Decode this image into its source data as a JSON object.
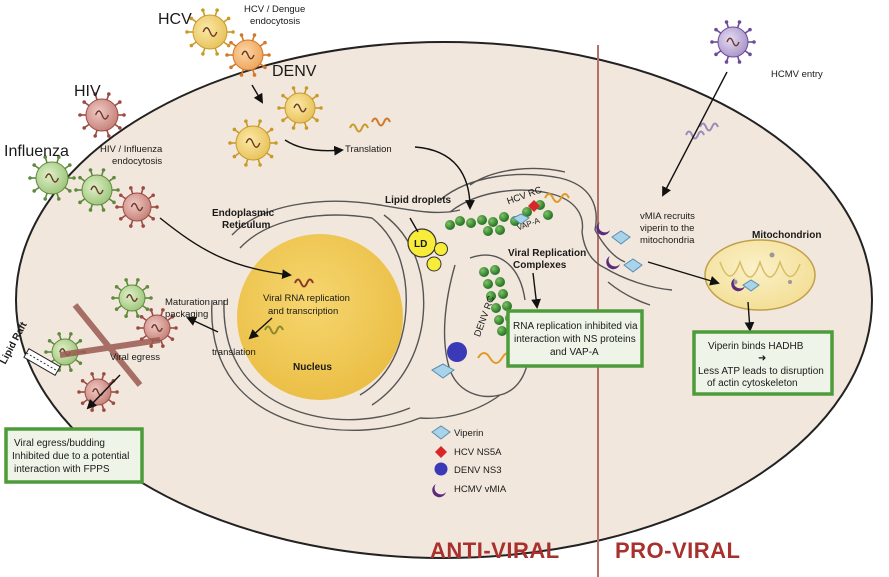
{
  "viruses": {
    "hcv": "HCV",
    "denv": "DENV",
    "hiv": "HIV",
    "influenza": "Influenza"
  },
  "entry": {
    "hcv_dengue_line1": "HCV / Dengue",
    "hcv_dengue_line2": "endocytosis",
    "hiv_flu_line1": "HIV / Influenza",
    "hiv_flu_line2": "endocytosis",
    "hcmv_entry": "HCMV entry"
  },
  "processes": {
    "translation_top": "Translation",
    "translation_bottom": "translation",
    "maturation_line1": "Maturation and",
    "maturation_line2": "packaging",
    "replication_line1": "Viral RNA replication",
    "replication_line2": "and transcription",
    "viral_egress": "Viral egress",
    "vmia_line1": "vMIA recruits",
    "vmia_line2": "viperin to the",
    "vmia_line3": "mitochondria"
  },
  "structures": {
    "er_line1": "Endoplasmic",
    "er_line2": "Reticulum",
    "lipid_droplets": "Lipid droplets",
    "ld": "LD",
    "nucleus": "Nucleus",
    "mitochondrion": "Mitochondrion",
    "lipid_raft": "Lipid Raft",
    "hcv_rc": "HCV RC",
    "vap_a": "VAP-A",
    "denv_rc": "DENV RC",
    "vrc_line1": "Viral Replication",
    "vrc_line2": "Complexes"
  },
  "boxes": {
    "rna_line1": "RNA replication inhibited via",
    "rna_line2": "interaction with NS proteins",
    "rna_line3": "and VAP-A",
    "egress_line1": "Viral egress/budding",
    "egress_line2": "Inhibited due to a potential",
    "egress_line3": "interaction with FPPS",
    "hadhb_line1": "Viperin binds HADHB",
    "hadhb_arrow": "➜",
    "hadhb_line2": "Less ATP leads to disruption",
    "hadhb_line3": "of actin cytoskeleton"
  },
  "legend": [
    {
      "label": "Viperin",
      "color": "#a9d3ea",
      "shape": "diamond-icon"
    },
    {
      "label": "HCV NS5A",
      "color": "#d9262b",
      "shape": "diamond-icon"
    },
    {
      "label": "DENV NS3",
      "color": "#3a3ab8",
      "shape": "circle-icon"
    },
    {
      "label": "HCMV vMIA",
      "color": "#5b2a7a",
      "shape": "crescent-icon"
    }
  ],
  "banners": {
    "anti_viral": "ANTI-VIRAL",
    "pro_viral": "PRO-VIRAL"
  },
  "colors": {
    "cell_fill": "#f2e7dc",
    "nucleus_fill": "#f1cb5a",
    "box_border": "#4e9b3b",
    "divider": "#b5706a",
    "banner": "#a8312e",
    "lipid_droplet": "#f8ec3a",
    "complex_sphere": "#2f8a2f"
  }
}
